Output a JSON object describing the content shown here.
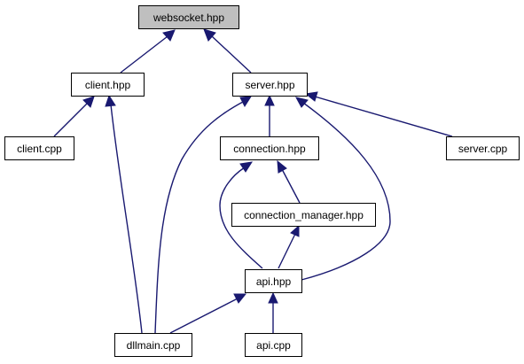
{
  "colors": {
    "edge": "#191970",
    "node_fill": "#ffffff",
    "root_fill": "#bfbfbf",
    "border": "#000000"
  },
  "nodes": {
    "websocket": {
      "label": "websocket.hpp",
      "highlighted": true
    },
    "client_hpp": {
      "label": "client.hpp"
    },
    "server_hpp": {
      "label": "server.hpp"
    },
    "client_cpp": {
      "label": "client.cpp"
    },
    "connection_hpp": {
      "label": "connection.hpp"
    },
    "server_cpp": {
      "label": "server.cpp"
    },
    "connection_manager": {
      "label": "connection_manager.hpp"
    },
    "api_hpp": {
      "label": "api.hpp"
    },
    "dllmain": {
      "label": "dllmain.cpp"
    },
    "api_cpp": {
      "label": "api.cpp"
    }
  },
  "edges": [
    {
      "from": "client_hpp",
      "to": "websocket"
    },
    {
      "from": "server_hpp",
      "to": "websocket"
    },
    {
      "from": "client_cpp",
      "to": "client_hpp"
    },
    {
      "from": "dllmain",
      "to": "client_hpp"
    },
    {
      "from": "connection_hpp",
      "to": "server_hpp"
    },
    {
      "from": "server_cpp",
      "to": "server_hpp"
    },
    {
      "from": "dllmain",
      "to": "server_hpp"
    },
    {
      "from": "api_hpp",
      "to": "server_hpp"
    },
    {
      "from": "connection_manager",
      "to": "connection_hpp"
    },
    {
      "from": "api_hpp",
      "to": "connection_hpp"
    },
    {
      "from": "api_hpp",
      "to": "connection_manager"
    },
    {
      "from": "dllmain",
      "to": "api_hpp"
    },
    {
      "from": "api_cpp",
      "to": "api_hpp"
    }
  ]
}
